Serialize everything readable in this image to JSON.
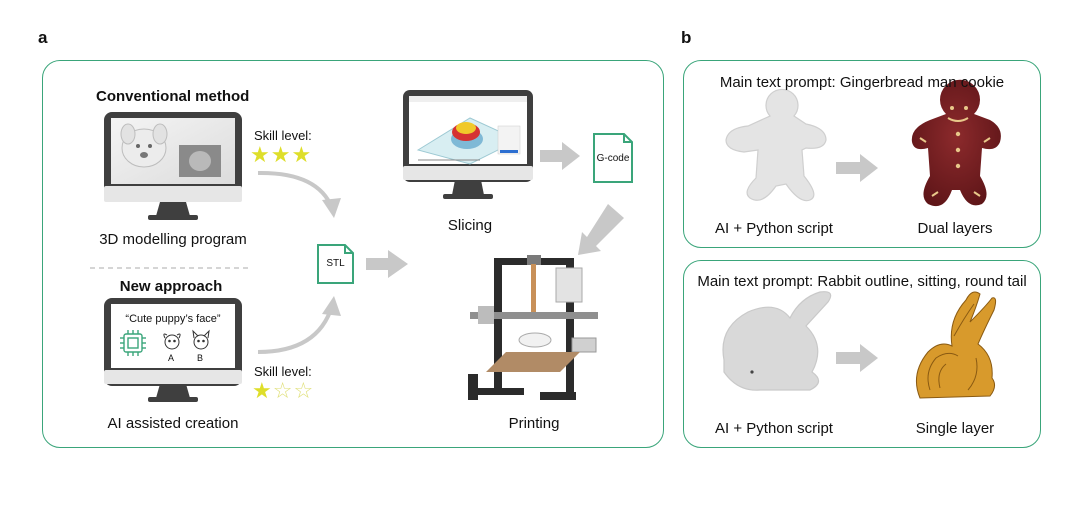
{
  "panels": {
    "a_letter": "a",
    "b_letter": "b"
  },
  "panel_a": {
    "conventional_heading": "Conventional method",
    "conventional_caption": "3D modelling program",
    "new_heading": "New approach",
    "new_caption": "AI assisted creation",
    "prompt_quote": "“Cute puppy’s face”",
    "option_a": "A",
    "option_b": "B",
    "skill_label_1": "Skill level:",
    "skill_stars_1": "★★★",
    "skill_label_2": "Skill level:",
    "skill_stars_2_full": "★",
    "skill_stars_2_empty": "☆☆",
    "stl_label": "STL",
    "gcode_label": "G-code",
    "slicing_caption": "Slicing",
    "printing_caption": "Printing"
  },
  "panel_b_top": {
    "prompt": "Main text prompt: Gingerbread man cookie",
    "left_caption": "AI + Python script",
    "right_caption": "Dual layers"
  },
  "panel_b_bottom": {
    "prompt": "Main text prompt: Rabbit outline, sitting, round tail",
    "left_caption": "AI + Python script",
    "right_caption": "Single layer"
  },
  "colors": {
    "border_green": "#3aa57a",
    "arrow_grey": "#c4c4c4",
    "star_yellow": "#dede2a",
    "monitor_dark": "#3f3f3f",
    "cookie_red": "#7a1e22",
    "rabbit_orange": "#d89a2c"
  }
}
